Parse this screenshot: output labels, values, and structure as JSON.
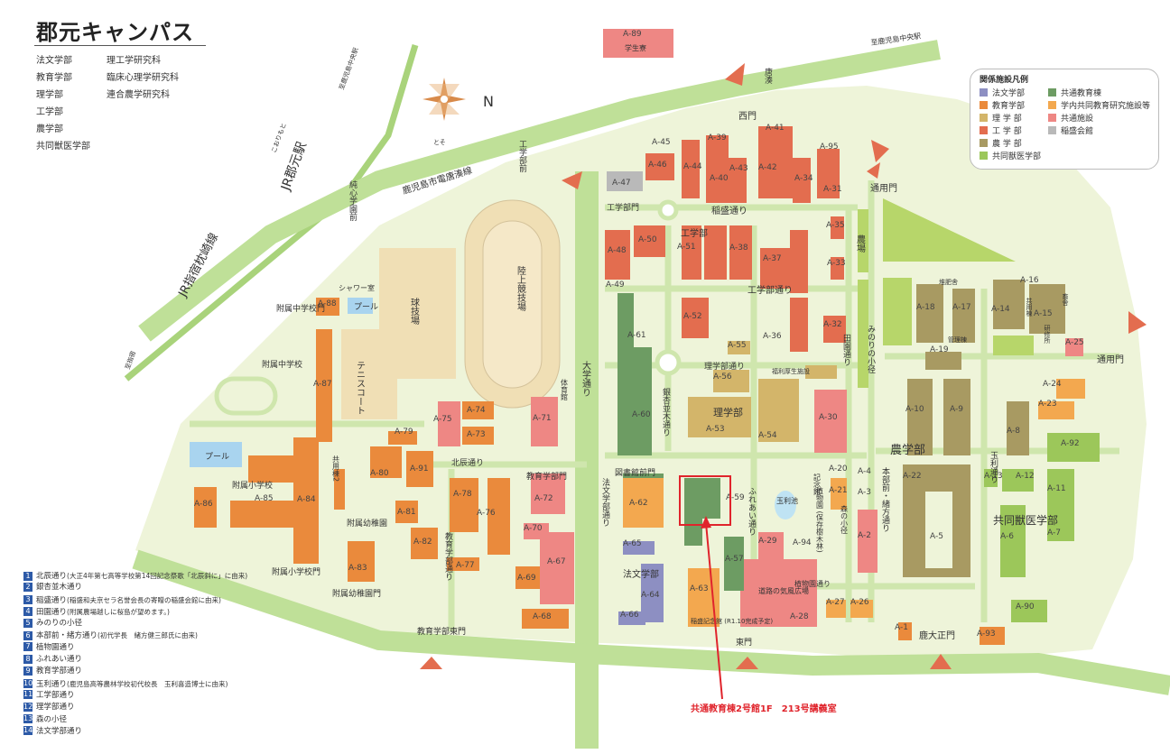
{
  "title": "郡元キャンパス",
  "faculties_left": [
    "法文学部",
    "教育学部",
    "理学部",
    "工学部",
    "農学部",
    "共同獣医学部"
  ],
  "faculties_right": [
    "理工学研究科",
    "臨床心理学研究科",
    "連合農学研究科"
  ],
  "legend": {
    "title": "関係施設凡例",
    "items": [
      {
        "label": "法文学部",
        "color": "#8d8fc2"
      },
      {
        "label": "教育学部",
        "color": "#ea8a3c"
      },
      {
        "label": "理 学 部",
        "color": "#d3b56a"
      },
      {
        "label": "工 学 部",
        "color": "#e36d4f"
      },
      {
        "label": "農 学 部",
        "color": "#a89a62"
      },
      {
        "label": "共同獣医学部",
        "color": "#9cc75a"
      },
      {
        "label": "共通教育棟",
        "color": "#6d9c63"
      },
      {
        "label": "学内共同教育研究施設等",
        "color": "#f3a84f"
      },
      {
        "label": "共通施設",
        "color": "#ee8784"
      },
      {
        "label": "稲盛会館",
        "color": "#b9b9b9"
      }
    ]
  },
  "map_labels": {
    "station": "JR郡元駅",
    "station_ruby": "こおりもと",
    "jr_line": "JR指宿枕崎線",
    "tram": "鹿児島市電唐湊線",
    "tram_ruby": "とそ",
    "koutoku": "至鹿児島中央駅",
    "ibusuki": "至指宿",
    "korimoto_dir": "至鹿児島中央駅",
    "north": "N",
    "karato": "唐湊",
    "nishimon": "西門",
    "kougakubu_mae": "工学部前",
    "junshin": "純心学園前",
    "rikujo": "陸上競技場",
    "kyugijo": "球技場",
    "tennis": "テニスコート",
    "pool1": "プール",
    "pool2": "プール",
    "shower": "シャワー室",
    "fuzoku_jhs_gate": "附属中学校門",
    "fuzoku_jhs": "附属中学校",
    "fuzoku_es": "附属小学校",
    "fuzoku_es_gate": "附属小学校門",
    "fuzoku_kg": "附属幼稚園",
    "fuzoku_kg_gate": "附属幼稚園門",
    "kyoiku_east_gate": "教育学部東門",
    "kyoiku_gate": "教育学部門",
    "daigaku_dori": "大学通り",
    "taiikukan": "体育館",
    "toshokan_gate": "図書館前門",
    "kougakubu_gate": "工学部門",
    "inamori_dori": "稲盛通り",
    "kougaku_dori": "工学部通り",
    "rigaku_dori": "理学部通り",
    "kogaku": "工学部",
    "rigaku": "理学部",
    "nogaku": "農学部",
    "kyodo_vet": "共同獣医学部",
    "hobun": "法文学部",
    "kitatatsu": "北辰通り",
    "tsuyo_gate": "通用門",
    "tsuyo_gate2": "通用門",
    "nojo": "農場",
    "higashimon": "東門",
    "kagomadai": "鹿大正門",
    "tamarike": "玉利池",
    "shokubutsuen": "植物園 (保存樹木林)",
    "kishou": "道路の気風広場",
    "inamori_kaikan": "稲盛記念館 (R1.10完成予定)",
    "fureai": "ふれあい通り",
    "ginnan": "銀杏並木通り",
    "denen": "田園通り",
    "minori": "みのりの小径",
    "morino": "森の小径",
    "honbu": "本部前・緒方通り",
    "tamari": "玉利通り",
    "shokubutsu_dori": "植物園通り",
    "fukuri": "福利厚生施設",
    "kyoikubu_dori": "教育学部通り",
    "hobun_dori": "法文学部通り",
    "kyoyo2": "共用棟2",
    "kinen": "記念館",
    "gakusei": "学生寮",
    "kanri": "管理棟",
    "kyoyo": "共用棟",
    "shiiku": "堆肥舎",
    "kyoshu": "研修所",
    "tojo": "畜舎"
  },
  "buildings": [
    "A-1",
    "A-2",
    "A-3",
    "A-4",
    "A-5",
    "A-6",
    "A-7",
    "A-8",
    "A-9",
    "A-10",
    "A-11",
    "A-12",
    "A-13",
    "A-14",
    "A-15",
    "A-16",
    "A-17",
    "A-18",
    "A-19",
    "A-20",
    "A-21",
    "A-22",
    "A-23",
    "A-24",
    "A-25",
    "A-26",
    "A-27",
    "A-28",
    "A-29",
    "A-30",
    "A-31",
    "A-32",
    "A-33",
    "A-34",
    "A-35",
    "A-36",
    "A-37",
    "A-38",
    "A-39",
    "A-40",
    "A-41",
    "A-42",
    "A-43",
    "A-44",
    "A-45",
    "A-46",
    "A-47",
    "A-48",
    "A-49",
    "A-50",
    "A-51",
    "A-52",
    "A-53",
    "A-54",
    "A-55",
    "A-56",
    "A-57",
    "A-59",
    "A-60",
    "A-61",
    "A-62",
    "A-63",
    "A-64",
    "A-65",
    "A-66",
    "A-67",
    "A-68",
    "A-69",
    "A-70",
    "A-71",
    "A-72",
    "A-73",
    "A-74",
    "A-75",
    "A-76",
    "A-77",
    "A-78",
    "A-79",
    "A-80",
    "A-81",
    "A-82",
    "A-83",
    "A-84",
    "A-85",
    "A-86",
    "A-87",
    "A-88",
    "A-89",
    "A-90",
    "A-91",
    "A-92",
    "A-93",
    "A-94",
    "A-95"
  ],
  "streets": [
    {
      "n": "1",
      "name": "北辰通り",
      "note": "(大正4年第七高等学校第14回記念祭歌「北辰斜に」に由来)"
    },
    {
      "n": "2",
      "name": "銀杏並木通り",
      "note": ""
    },
    {
      "n": "3",
      "name": "稲盛通り",
      "note": "(稲盛和夫京セラ名誉会長の寄贈の稲盛会館に由来)"
    },
    {
      "n": "4",
      "name": "田園通り",
      "note": "(附属農場越しに桜島が望めます。)"
    },
    {
      "n": "5",
      "name": "みのりの小径",
      "note": ""
    },
    {
      "n": "6",
      "name": "本部前・緒方通り",
      "note": "(初代学長　緒方健三郎氏に由来)"
    },
    {
      "n": "7",
      "name": "植物園通り",
      "note": ""
    },
    {
      "n": "8",
      "name": "ふれあい通り",
      "note": ""
    },
    {
      "n": "9",
      "name": "教育学部通り",
      "note": ""
    },
    {
      "n": "10",
      "name": "玉利通り",
      "note": "(鹿児島高等農林学校初代校長　玉利喜造博士に由来)"
    },
    {
      "n": "11",
      "name": "工学部通り",
      "note": ""
    },
    {
      "n": "12",
      "name": "理学部通り",
      "note": ""
    },
    {
      "n": "13",
      "name": "森の小径",
      "note": ""
    },
    {
      "n": "14",
      "name": "法文学部通り",
      "note": ""
    }
  ],
  "callout": "共通教育棟2号館1F　213号講義室"
}
